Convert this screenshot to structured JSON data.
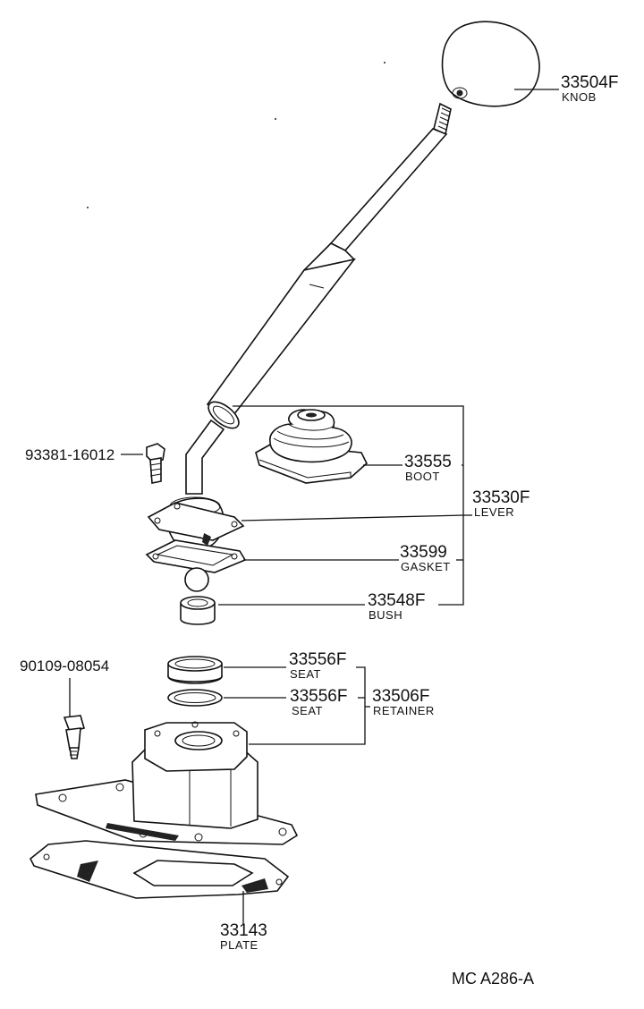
{
  "labels": {
    "knob": {
      "number": "33504F",
      "name": "KNOB"
    },
    "bolt1": {
      "number": "93381-16012"
    },
    "boot": {
      "number": "33555",
      "name": "BOOT"
    },
    "lever": {
      "number": "33530F",
      "name": "LEVER"
    },
    "gasket": {
      "number": "33599",
      "name": "GASKET"
    },
    "bush": {
      "number": "33548F",
      "name": "BUSH"
    },
    "bolt2": {
      "number": "90109-08054"
    },
    "seat_upper": {
      "number": "33556F",
      "name": "SEAT"
    },
    "seat_lower": {
      "number": "33556F",
      "name": "SEAT"
    },
    "retainer": {
      "number": "33506F",
      "name": "RETAINER"
    },
    "plate": {
      "number": "33143",
      "name": "PLATE"
    }
  },
  "diagram_code": "MC A286-A"
}
